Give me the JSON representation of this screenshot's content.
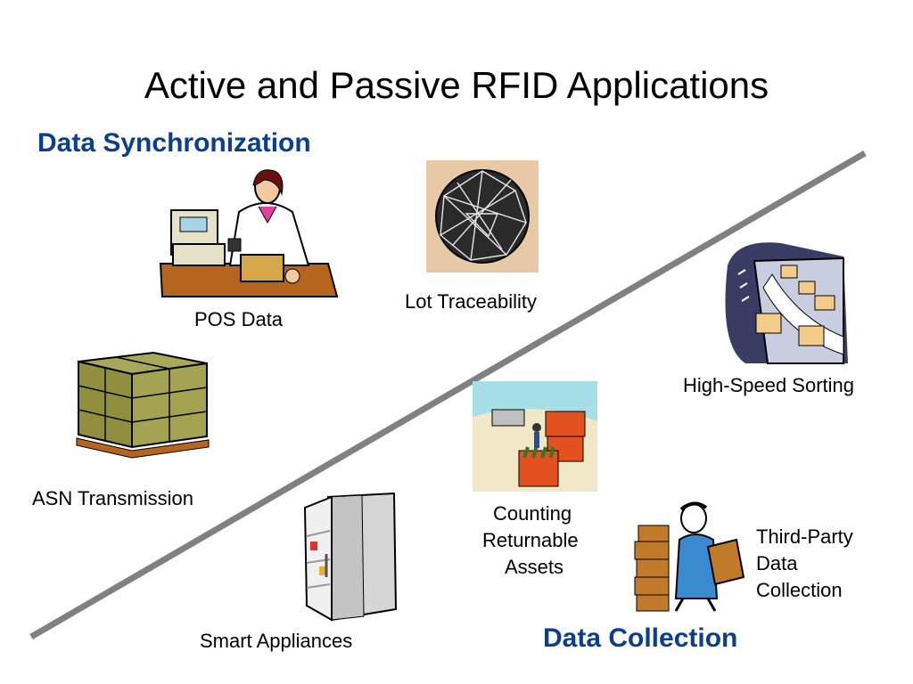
{
  "slide": {
    "title": "Active and Passive RFID Applications",
    "sections": {
      "top_left": "Data Synchronization",
      "bottom_right": "Data Collection"
    },
    "items": {
      "pos_data": "POS Data",
      "lot_traceability": "Lot Traceability",
      "high_speed_sorting": "High-Speed Sorting",
      "asn_transmission": "ASN Transmission",
      "counting_line1": "Counting",
      "counting_line2": "Returnable",
      "counting_line3": "Assets",
      "third_party_line1": "Third-Party",
      "third_party_line2": "Data",
      "third_party_line3": "Collection",
      "smart_appliances": "Smart Appliances"
    },
    "colors": {
      "section_blue": "#0b3d91",
      "divider_gray": "#808080"
    },
    "icons": [
      "cashier-icon",
      "globe-icon",
      "conveyor-icon",
      "pallet-boxes-icon",
      "crates-truck-icon",
      "worker-boxes-icon",
      "refrigerator-icon"
    ]
  }
}
